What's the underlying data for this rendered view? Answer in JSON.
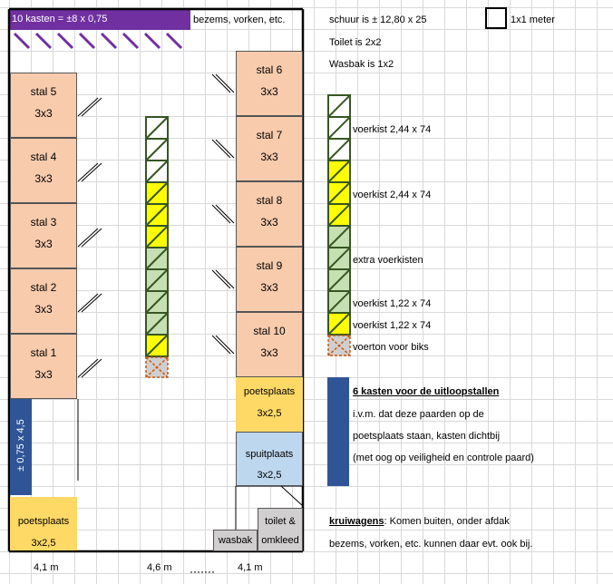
{
  "header": {
    "kasten_label": "10 kasten = ±8 x 0,75",
    "bezems_label": "bezems, vorken,  etc."
  },
  "info": {
    "schuur": "schuur is ± 12,80 x 25",
    "toilet": "Toilet is 2x2",
    "wasbak": "Wasbak is 1x2",
    "scale": "1x1 meter"
  },
  "stalls": [
    {
      "name": "stal 1",
      "size": "3x3"
    },
    {
      "name": "stal 2",
      "size": "3x3"
    },
    {
      "name": "stal 3",
      "size": "3x3"
    },
    {
      "name": "stal 4",
      "size": "3x3"
    },
    {
      "name": "stal 5",
      "size": "3x3"
    },
    {
      "name": "stal 6",
      "size": "3x3"
    },
    {
      "name": "stal 7",
      "size": "3x3"
    },
    {
      "name": "stal 8",
      "size": "3x3"
    },
    {
      "name": "stal 9",
      "size": "3x3"
    },
    {
      "name": "stal 10",
      "size": "3x3"
    }
  ],
  "legend": {
    "voerkist1": "voerkist 2,44 x 74",
    "voerkist2": "voerkist 2,44 x 74",
    "extra": "extra voerkisten",
    "voerkist3": "voerkist 1,22 x 74",
    "voerkist4": "voerkist  1,22 x 74",
    "voerton": "voerton voor biks"
  },
  "notes": {
    "kasten_title": "6 kasten voor de uitloopstallen",
    "kasten_line1": "i.v.m. dat deze paarden op de",
    "kasten_line2": "poetsplaats staan, kasten dichtbij",
    "kasten_line3": "(met oog op veiligheid en controle paard)",
    "kruiwagens_title": "kruiwagens",
    "kruiwagens_line1": ": Komen buiten, onder afdak",
    "kruiwagens_line2": "bezems, vorken, etc. kunnen daar evt. ook bij."
  },
  "areas": {
    "poetsplaats_right": "poetsplaats",
    "poetsplaats_right_size": "3x2,5",
    "spuitplaats": "spuitplaats",
    "spuitplaats_size": "3x2,5",
    "poetsplaats_left": "poetsplaats",
    "poetsplaats_left_size": "3x2,5",
    "blue_label": "± 0,75 x 4,5",
    "wasbak": "wasbak",
    "toilet_1": "toilet &",
    "toilet_2": "omkleed"
  },
  "dimensions": {
    "left": "4,1 m",
    "middle": "4,6 m",
    "right": "4,1 m"
  },
  "colors": {
    "stall": "#f8cbad",
    "purple": "#7030a0",
    "yellow": "#ffd966",
    "blue": "#2f5597",
    "light_blue": "#bdd7ee",
    "feed_green": "#c6e0b4",
    "feed_yellow": "#ffff00",
    "crate_border": "#375623",
    "voerton": "#c55a11"
  }
}
